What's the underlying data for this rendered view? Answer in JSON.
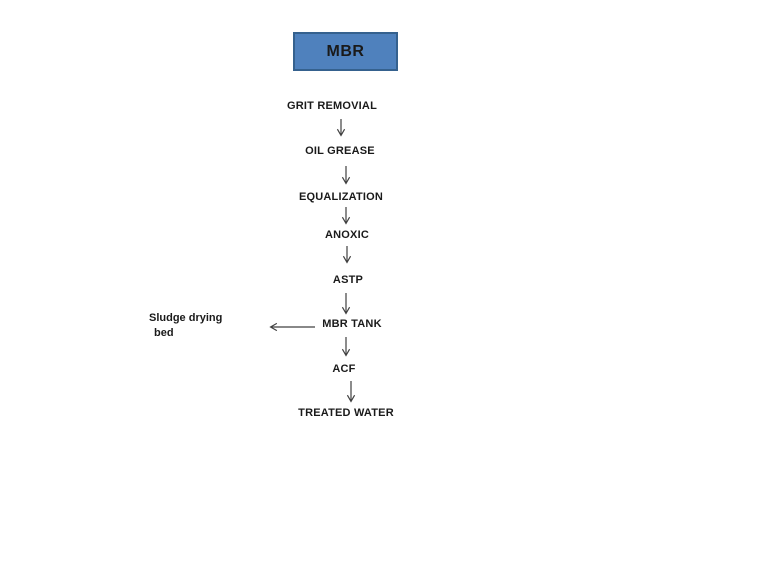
{
  "page": {
    "background": "#ffffff"
  },
  "title_box": {
    "label": "MBR",
    "fill": "#4f81bd",
    "border_color": "#35618e",
    "text_color": "#1a1a1a"
  },
  "flow_steps": [
    {
      "label": "GRIT REMOVIAL"
    },
    {
      "label": "OIL GREASE"
    },
    {
      "label": "EQUALIZATION"
    },
    {
      "label": "ANOXIC"
    },
    {
      "label": "ASTP"
    },
    {
      "label": "MBR TANK"
    },
    {
      "label": "ACF"
    },
    {
      "label": "TREATED WATER"
    }
  ],
  "side_branch": {
    "line1": "Sludge drying",
    "line2": "bed"
  },
  "arrows": {
    "color": "#404040"
  }
}
